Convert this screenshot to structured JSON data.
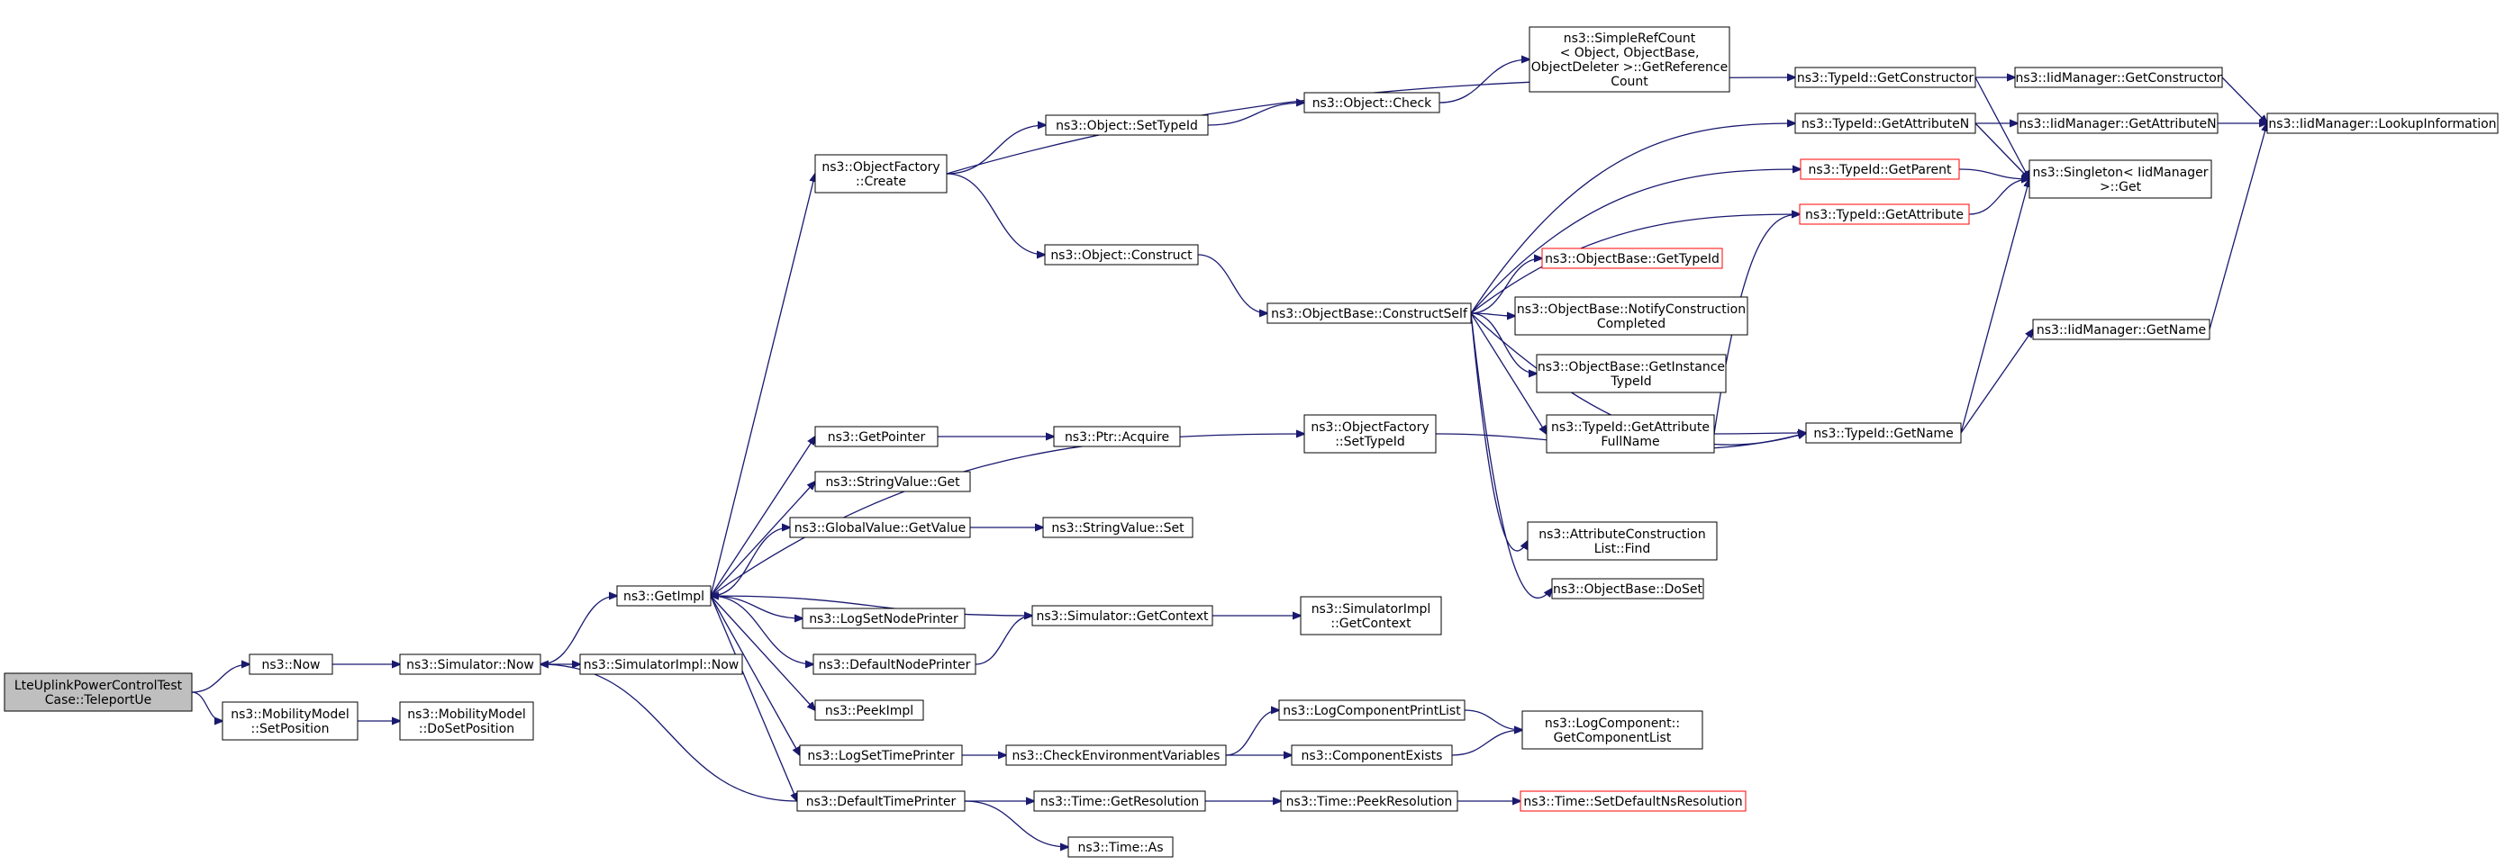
{
  "diagram": {
    "colors": {
      "edge": "#191970",
      "node_border": "#000000",
      "node_fill": "#ffffff",
      "root_fill": "#bfbfbf",
      "truncated_border": "#ff0000"
    },
    "nodes": [
      {
        "id": "root",
        "lines": [
          "LteUplinkPowerControlTest",
          "Case::TeleportUe"
        ],
        "style": "root"
      },
      {
        "id": "now",
        "lines": [
          "ns3::Now"
        ]
      },
      {
        "id": "mm_setpos",
        "lines": [
          "ns3::MobilityModel",
          "::SetPosition"
        ]
      },
      {
        "id": "mm_dosetpos",
        "lines": [
          "ns3::MobilityModel",
          "::DoSetPosition"
        ]
      },
      {
        "id": "sim_now",
        "lines": [
          "ns3::Simulator::Now"
        ]
      },
      {
        "id": "simimpl_now",
        "lines": [
          "ns3::SimulatorImpl::Now"
        ]
      },
      {
        "id": "getimpl",
        "lines": [
          "ns3::GetImpl"
        ]
      },
      {
        "id": "of_create",
        "lines": [
          "ns3::ObjectFactory",
          "::Create"
        ]
      },
      {
        "id": "getpointer",
        "lines": [
          "ns3::GetPointer"
        ]
      },
      {
        "id": "ptr_acquire",
        "lines": [
          "ns3::Ptr::Acquire"
        ]
      },
      {
        "id": "strval_get",
        "lines": [
          "ns3::StringValue::Get"
        ]
      },
      {
        "id": "gv_getvalue",
        "lines": [
          "ns3::GlobalValue::GetValue"
        ]
      },
      {
        "id": "strval_set",
        "lines": [
          "ns3::StringValue::Set"
        ]
      },
      {
        "id": "logsetnode",
        "lines": [
          "ns3::LogSetNodePrinter"
        ]
      },
      {
        "id": "defnode",
        "lines": [
          "ns3::DefaultNodePrinter"
        ]
      },
      {
        "id": "sim_getctx",
        "lines": [
          "ns3::Simulator::GetContext"
        ]
      },
      {
        "id": "simimpl_getctx",
        "lines": [
          "ns3::SimulatorImpl",
          "::GetContext"
        ]
      },
      {
        "id": "peekimpl",
        "lines": [
          "ns3::PeekImpl"
        ]
      },
      {
        "id": "logsettime",
        "lines": [
          "ns3::LogSetTimePrinter"
        ]
      },
      {
        "id": "checkenv",
        "lines": [
          "ns3::CheckEnvironmentVariables"
        ]
      },
      {
        "id": "logcomplist",
        "lines": [
          "ns3::LogComponentPrintList"
        ]
      },
      {
        "id": "compexists",
        "lines": [
          "ns3::ComponentExists"
        ]
      },
      {
        "id": "getcomplist",
        "lines": [
          "ns3::LogComponent::",
          "GetComponentList"
        ]
      },
      {
        "id": "deftime",
        "lines": [
          "ns3::DefaultTimePrinter"
        ]
      },
      {
        "id": "time_getres",
        "lines": [
          "ns3::Time::GetResolution"
        ]
      },
      {
        "id": "time_peekres",
        "lines": [
          "ns3::Time::PeekResolution"
        ]
      },
      {
        "id": "time_setdef",
        "lines": [
          "ns3::Time::SetDefaultNsResolution"
        ],
        "style": "truncated"
      },
      {
        "id": "time_as",
        "lines": [
          "ns3::Time::As"
        ]
      },
      {
        "id": "obj_settypeid",
        "lines": [
          "ns3::Object::SetTypeId"
        ]
      },
      {
        "id": "obj_check",
        "lines": [
          "ns3::Object::Check"
        ]
      },
      {
        "id": "srefcount",
        "lines": [
          "ns3::SimpleRefCount",
          "< Object, ObjectBase,",
          "ObjectDeleter >::GetReference",
          "Count"
        ]
      },
      {
        "id": "obj_construct",
        "lines": [
          "ns3::Object::Construct"
        ]
      },
      {
        "id": "ob_constructself",
        "lines": [
          "ns3::ObjectBase::ConstructSelf"
        ]
      },
      {
        "id": "of_settypeid",
        "lines": [
          "ns3::ObjectFactory",
          "::SetTypeId"
        ]
      },
      {
        "id": "tid_getctor",
        "lines": [
          "ns3::TypeId::GetConstructor"
        ]
      },
      {
        "id": "iid_getctor",
        "lines": [
          "ns3::IidManager::GetConstructor"
        ]
      },
      {
        "id": "tid_getattrn",
        "lines": [
          "ns3::TypeId::GetAttributeN"
        ]
      },
      {
        "id": "iid_getattrn",
        "lines": [
          "ns3::IidManager::GetAttributeN"
        ]
      },
      {
        "id": "iid_lookup",
        "lines": [
          "ns3::IidManager::LookupInformation"
        ]
      },
      {
        "id": "tid_getparent",
        "lines": [
          "ns3::TypeId::GetParent"
        ],
        "style": "truncated"
      },
      {
        "id": "singleton_get",
        "lines": [
          "ns3::Singleton< IidManager",
          ">::Get"
        ]
      },
      {
        "id": "tid_getattr",
        "lines": [
          "ns3::TypeId::GetAttribute"
        ],
        "style": "truncated"
      },
      {
        "id": "ob_gettypeid",
        "lines": [
          "ns3::ObjectBase::GetTypeId"
        ],
        "style": "truncated"
      },
      {
        "id": "ob_notify",
        "lines": [
          "ns3::ObjectBase::NotifyConstruction",
          "Completed"
        ]
      },
      {
        "id": "ob_getinst",
        "lines": [
          "ns3::ObjectBase::GetInstance",
          "TypeId"
        ]
      },
      {
        "id": "tid_getattrfull",
        "lines": [
          "ns3::TypeId::GetAttribute",
          "FullName"
        ]
      },
      {
        "id": "tid_getname",
        "lines": [
          "ns3::TypeId::GetName"
        ]
      },
      {
        "id": "iid_getname",
        "lines": [
          "ns3::IidManager::GetName"
        ]
      },
      {
        "id": "acl_find",
        "lines": [
          "ns3::AttributeConstruction",
          "List::Find"
        ]
      },
      {
        "id": "ob_doset",
        "lines": [
          "ns3::ObjectBase::DoSet"
        ]
      }
    ]
  }
}
